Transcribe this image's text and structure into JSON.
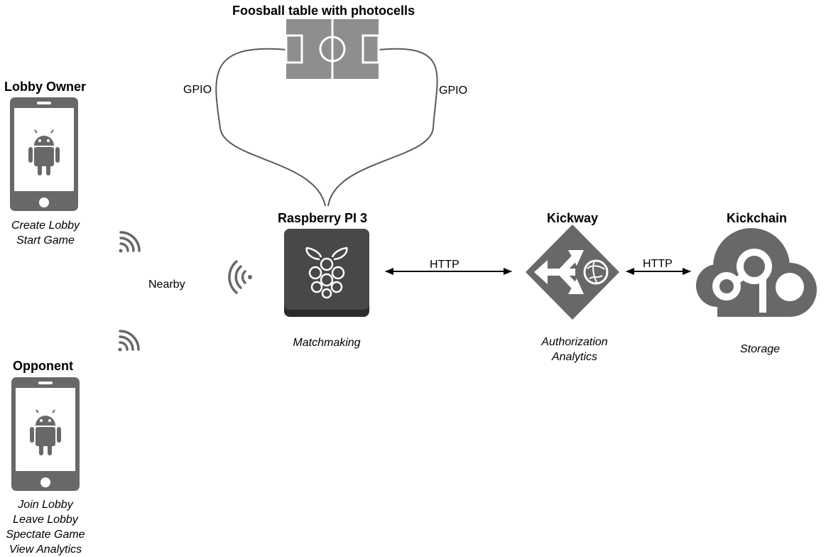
{
  "colors": {
    "icon": "#686868",
    "icon_dark": "#3e3e3e",
    "field": "#8e8e8e",
    "wire": "#5a5a5a",
    "arrow": "#000000",
    "text": "#000000"
  },
  "icons": {
    "foosball": "foosball-field-icon",
    "phone": "android-phone-icon",
    "raspberry": "raspberry-pi-icon",
    "kickway": "api-gateway-icon",
    "kickchain": "cloud-storage-icon",
    "signal": "wifi-signal-icon"
  },
  "foosball": {
    "title": "Foosball table with photocells",
    "link_left": "GPIO",
    "link_right": "GPIO"
  },
  "lobby_owner": {
    "title": "Lobby Owner",
    "actions": [
      "Create Lobby",
      "Start Game"
    ]
  },
  "opponent": {
    "title": "Opponent",
    "actions": [
      "Join Lobby",
      "Leave Lobby",
      "Spectate Game",
      "View Analytics"
    ]
  },
  "nearby": {
    "label": "Nearby"
  },
  "raspberry": {
    "title": "Raspberry PI 3",
    "role": "Matchmaking"
  },
  "kickway": {
    "title": "Kickway",
    "roles": [
      "Authorization",
      "Analytics"
    ]
  },
  "kickchain": {
    "title": "Kickchain",
    "role": "Storage"
  },
  "links": {
    "pi_to_kickway": "HTTP",
    "kickway_to_kickchain": "HTTP"
  }
}
